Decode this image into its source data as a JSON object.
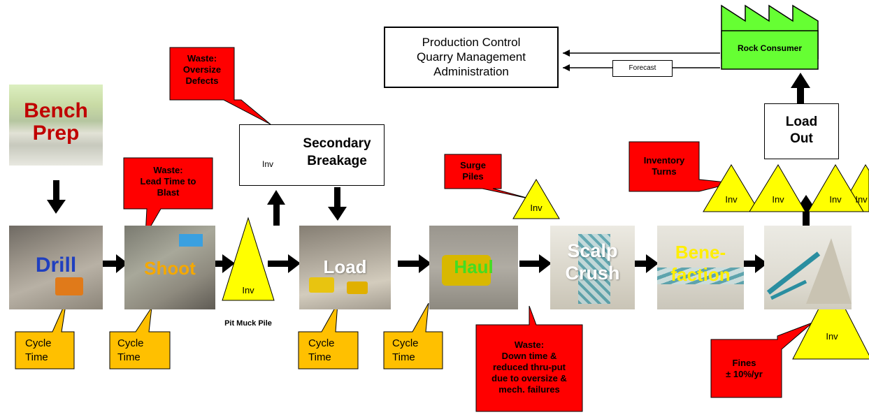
{
  "production_control": {
    "line1": "Production Control",
    "line2": "Quarry Management",
    "line3": "Administration"
  },
  "forecast_label": "Forecast",
  "rock_consumer_label": "Rock Consumer",
  "load_out": {
    "line1": "Load",
    "line2": "Out"
  },
  "secondary": {
    "line1": "Secondary",
    "line2": "Breakage",
    "inv": "Inv"
  },
  "steps": {
    "bench_prep": {
      "line1": "Bench",
      "line2": "Prep",
      "color": "#c00000"
    },
    "drill": {
      "label": "Drill",
      "color": "#1f3fbf"
    },
    "shoot": {
      "label": "Shoot",
      "color": "#f5a800"
    },
    "load": {
      "label": "Load",
      "color": "#ffffff"
    },
    "haul": {
      "label": "Haul",
      "color": "#44dd22"
    },
    "scalp": {
      "line1": "Scalp",
      "line2": "Crush",
      "color": "#ffffff"
    },
    "benefaction": {
      "line1": "Bene-",
      "line2": "faction",
      "color": "#ffee00"
    }
  },
  "pit_inv": "Inv",
  "pit_muck_label": "Pit Muck Pile",
  "callouts": {
    "waste_oversize": {
      "line1": "Waste:",
      "line2": "Oversize",
      "line3": "Defects"
    },
    "waste_lead": {
      "line1": "Waste:",
      "line2": "Lead Time to",
      "line3": "Blast"
    },
    "surge": {
      "line1": "Surge",
      "line2": "Piles"
    },
    "inventory_turns": {
      "line1": "Inventory",
      "line2": "Turns"
    },
    "waste_down": {
      "line1": "Waste:",
      "line2": "Down time &",
      "line3": "reduced thru-put",
      "line4": "due to oversize &",
      "line5": "mech. failures"
    },
    "fines": {
      "line1": "Fines",
      "line2": "± 10%/yr"
    }
  },
  "cycle": {
    "line1": "Cycle",
    "line2": "Time"
  },
  "surge_inv": "Inv",
  "inv_group": {
    "a": "Inv",
    "b": "Inv",
    "c": "Inv",
    "d": "Inv"
  },
  "fines_inv": "Inv",
  "colors": {
    "callout_red": "#ff0000",
    "cycle_yellow": "#ffc000",
    "inv_yellow": "#ffff00",
    "factory_green": "#66ff33"
  }
}
